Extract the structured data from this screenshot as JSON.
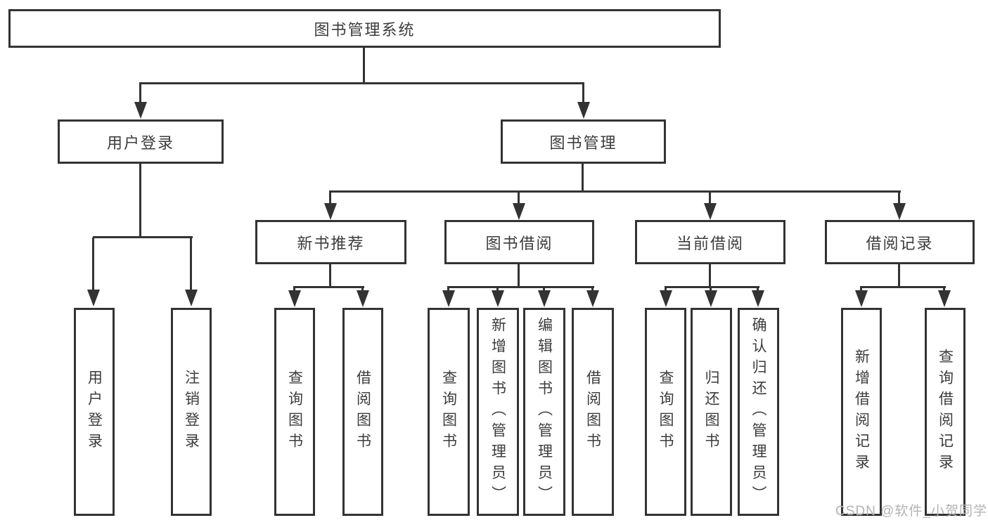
{
  "diagram": {
    "root": {
      "label": "图书管理系统"
    },
    "branches": [
      {
        "label": "用户登录",
        "children": [
          {
            "label": "用户登录"
          },
          {
            "label": "注销登录"
          }
        ]
      },
      {
        "label": "图书管理",
        "children": [
          {
            "label": "新书推荐",
            "children": [
              {
                "label": "查询图书"
              },
              {
                "label": "借阅图书"
              }
            ]
          },
          {
            "label": "图书借阅",
            "children": [
              {
                "label": "查询图书"
              },
              {
                "label": "新增图书（管理员）"
              },
              {
                "label": "编辑图书（管理员）"
              },
              {
                "label": "借阅图书"
              }
            ]
          },
          {
            "label": "当前借阅",
            "children": [
              {
                "label": "查询图书"
              },
              {
                "label": "归还图书"
              },
              {
                "label": "确认归还（管理员）"
              }
            ]
          },
          {
            "label": "借阅记录",
            "children": [
              {
                "label": "新增借阅记录"
              },
              {
                "label": "查询借阅记录"
              }
            ]
          }
        ]
      }
    ],
    "watermark": "CSDN @软件_小贺同学",
    "colors": {
      "line": "#333333",
      "text": "#3c3c3c",
      "watermark": "#b3b3b3",
      "box_bg": "#ffffff"
    }
  }
}
